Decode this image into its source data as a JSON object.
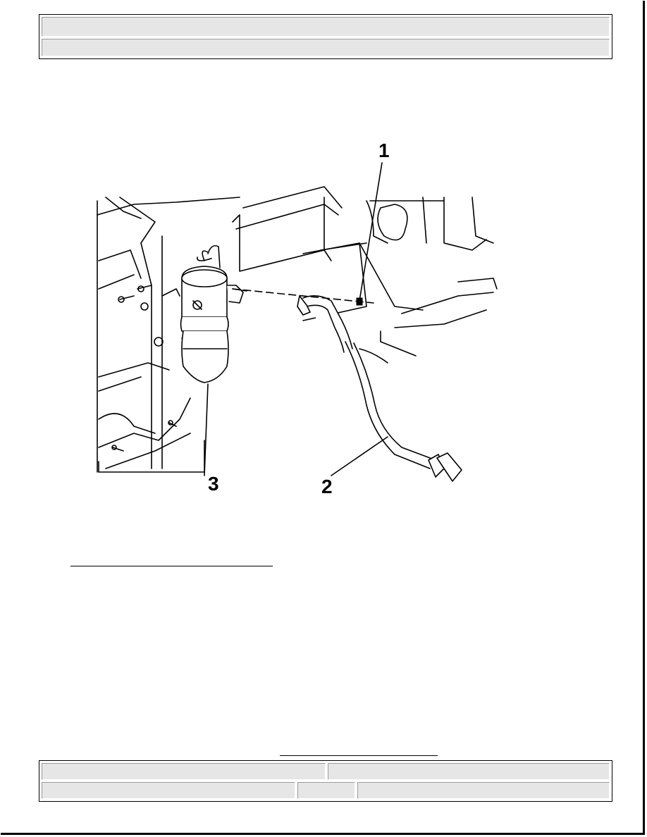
{
  "header": {
    "row1_text": "",
    "row2_text": ""
  },
  "figure": {
    "callouts": [
      "1",
      "2",
      "3"
    ]
  },
  "footer": {
    "cell_a": "",
    "cell_b": "",
    "cell_c": "",
    "cell_d": "",
    "cell_e": ""
  }
}
